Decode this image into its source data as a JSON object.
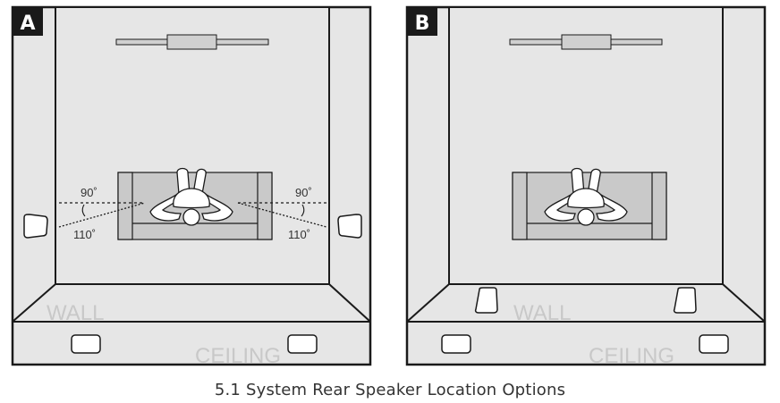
{
  "panels": [
    {
      "badge": "A",
      "wall_label": "WALL",
      "ceiling_label": "CEILING",
      "angle_front": "90˚",
      "angle_rear": "110˚"
    },
    {
      "badge": "B",
      "wall_label": "WALL",
      "ceiling_label": "CEILING"
    }
  ],
  "caption": "5.1 System Rear Speaker Location Options",
  "colors": {
    "room_fill": "#e6e6e6",
    "outline": "#1a1a1a",
    "sofa_fill": "#c9c9c9",
    "speaker_fill": "#ffffff",
    "ghost_text": "#c8c8c8"
  }
}
